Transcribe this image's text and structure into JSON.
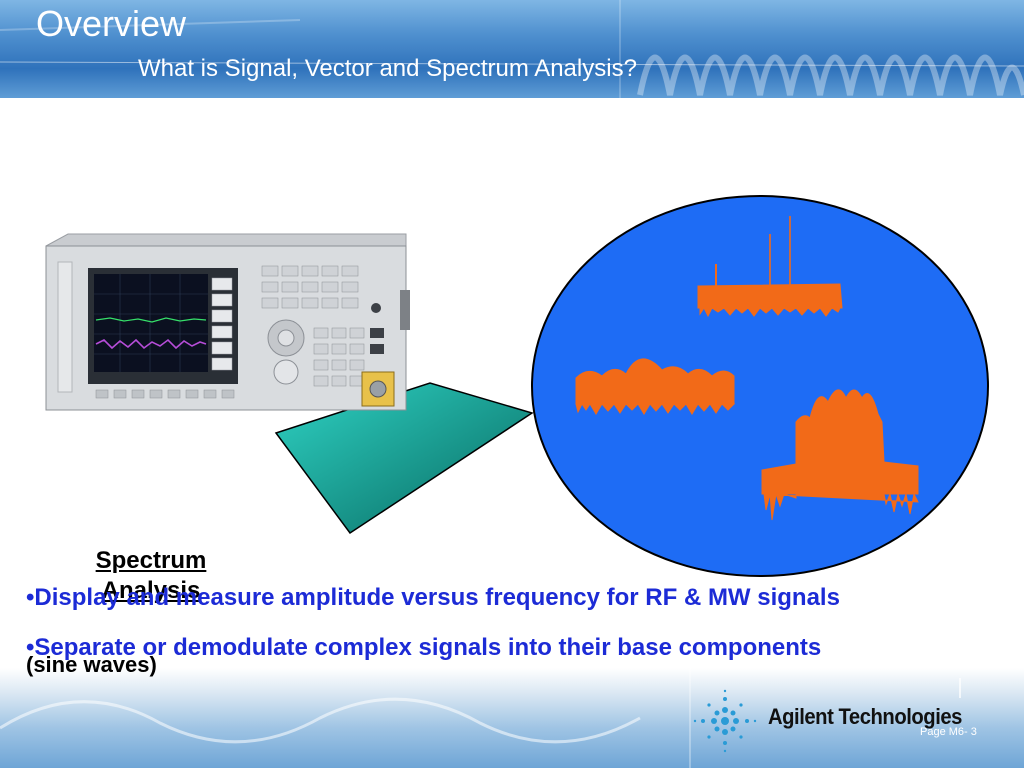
{
  "slide": {
    "title": "Overview",
    "subtitle": "What is Signal, Vector and Spectrum Analysis?"
  },
  "diagram": {
    "spectrum_label": "Spectrum Analysis",
    "sine_label": "(sine waves)"
  },
  "bullets": [
    "•Display and measure amplitude versus frequency for RF & MW signals",
    "•Separate or demodulate complex signals into their base components"
  ],
  "footer": {
    "logo": "Agilent Technologies",
    "page": "Page M6- 3"
  },
  "colors": {
    "bullet_text": "#1c2bd6",
    "ellipse_fill": "#1e6cf5",
    "trace": "#f26a18",
    "funnel": "#1aa39a"
  }
}
